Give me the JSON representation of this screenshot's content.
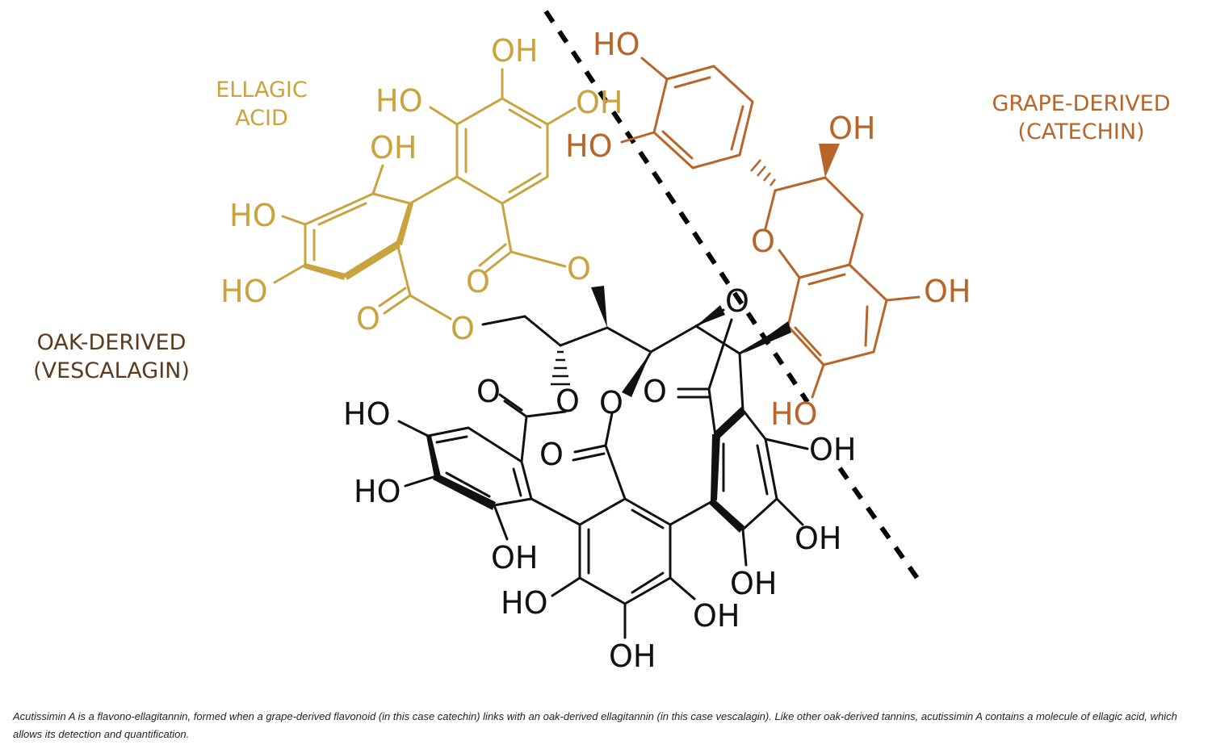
{
  "labels": {
    "ellagic_line1": "ELLAGIC",
    "ellagic_line2": "ACID",
    "grape_line1": "GRAPE-DERIVED",
    "grape_line2": "(CATECHIN)",
    "oak_line1": "OAK-DERIVED",
    "oak_line2": "(VESCALAGIN)"
  },
  "atoms": {
    "oh": "OH",
    "ho": "HO",
    "o": "O"
  },
  "caption": "Acutissimin A is a flavono-ellagitannin, formed when a grape-derived flavonoid (in this case catechin) links with an oak-derived ellagitannin (in this case vescalagin). Like other oak-derived tannins, acutissimin A contains a molecule of ellagic acid, which allows its detection and quantification.",
  "colors": {
    "ellagic": "#C9A33E",
    "catechin": "#B8652A",
    "vescalagin": "#111111",
    "oak_label": "#5C3A1E",
    "divider": "#000000"
  }
}
